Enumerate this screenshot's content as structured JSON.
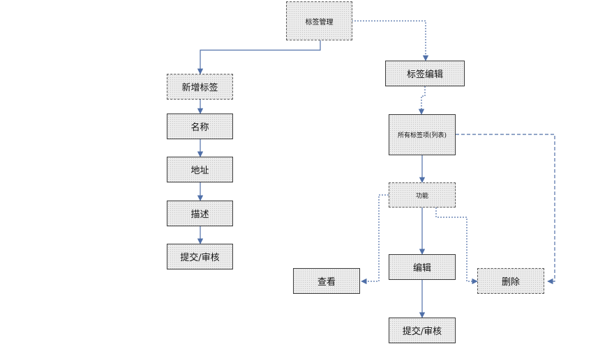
{
  "nodes": {
    "tag_manage": "标签管理",
    "add_tag": "新增标签",
    "name": "名称",
    "address": "地址",
    "describe": "描述",
    "submit_left": "提交/审核",
    "tag_edit": "标签编辑",
    "all_items": "所有标签项(列表)",
    "function": "功能",
    "view": "查看",
    "edit": "编辑",
    "delete": "删除",
    "submit_right": "提交/审核"
  },
  "colors": {
    "connector": "#4f6fa8",
    "node_fill": "#ececec",
    "node_border": "#3a3a3a"
  }
}
